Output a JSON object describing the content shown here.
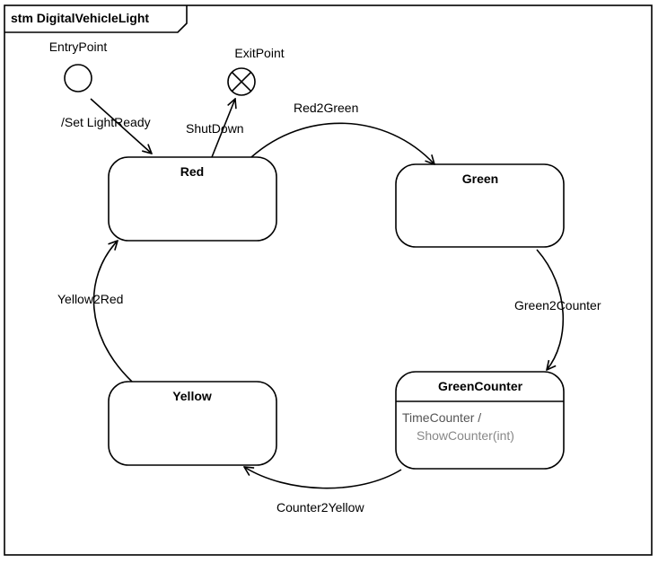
{
  "diagram": {
    "frame_title": "stm DigitalVehicleLight",
    "pseudostates": {
      "entry_label": "EntryPoint",
      "exit_label": "ExitPoint"
    },
    "states": {
      "red": "Red",
      "green": "Green",
      "green_counter": "GreenCounter",
      "yellow": "Yellow"
    },
    "green_counter_internal": {
      "trigger": "TimeCounter /",
      "effect": "ShowCounter(int)"
    },
    "transitions": {
      "entry": "/Set LightReady",
      "shutdown": "ShutDown",
      "red2green": "Red2Green",
      "green2counter": "Green2Counter",
      "counter2yellow": "Counter2Yellow",
      "yellow2red": "Yellow2Red"
    },
    "colors": {
      "internal_trigger": "#555555",
      "internal_effect": "#888888"
    }
  }
}
